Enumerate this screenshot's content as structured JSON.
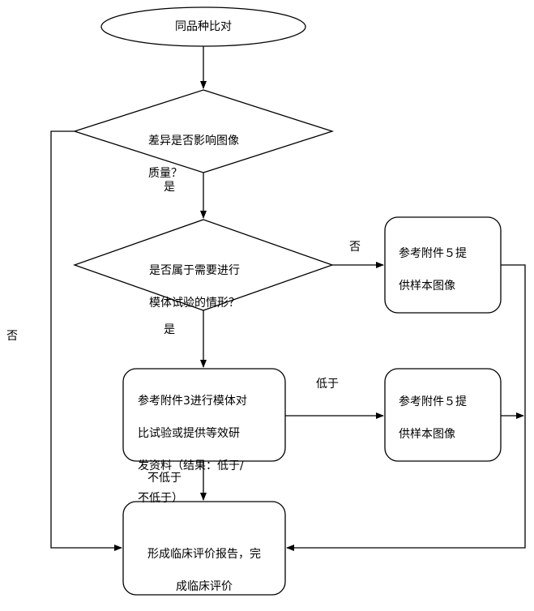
{
  "nodes": {
    "start": "同品种比对",
    "d1_line1": "差异是否影响图像",
    "d1_line2": "质量？",
    "d2_line1": "是否属于需要进行",
    "d2_line2": "模体试验的情形？",
    "ref5_a_line1": "参考附件５提",
    "ref5_a_line2": "供样本图像",
    "ref3_line1": "参考附件3进行模体对",
    "ref3_line2": "比试验或提供等效研",
    "ref3_line3": "发资料（结果：低于/",
    "ref3_line4": "不低于）",
    "ref5_b_line1": "参考附件５提",
    "ref5_b_line2": "供样本图像",
    "end_line1": "形成临床评价报告，完",
    "end_line2": "成临床评价"
  },
  "edges": {
    "yes1": "是",
    "yes2": "是",
    "no_right": "否",
    "no_left": "否",
    "lower": "低于",
    "not_lower": "不低于"
  }
}
